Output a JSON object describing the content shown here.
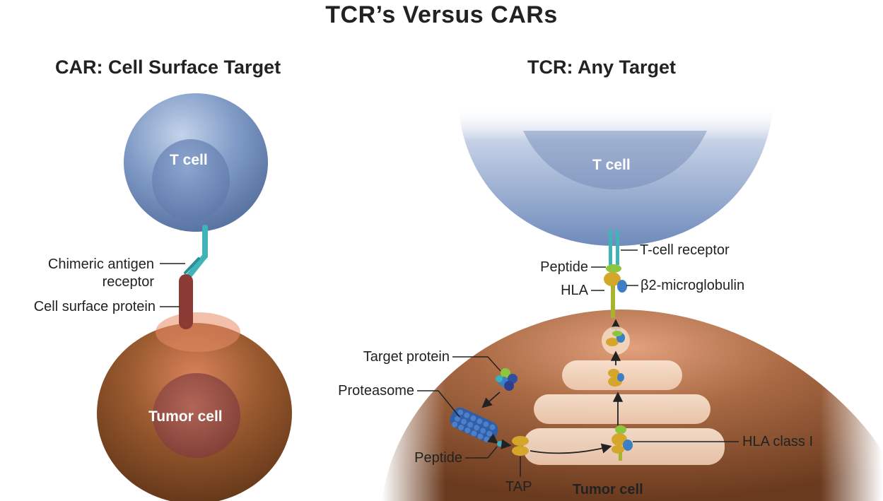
{
  "title": "TCR’s Versus CARs",
  "car_panel": {
    "heading": "CAR: Cell Surface Target",
    "t_cell": "T cell",
    "tumor_cell": "Tumor cell",
    "car_label_line1": "Chimeric antigen",
    "car_label_line2": "receptor",
    "surface_protein": "Cell surface protein"
  },
  "tcr_panel": {
    "heading": "TCR:  Any Target",
    "t_cell": "T cell",
    "tumor_cell": "Tumor cell",
    "t_cell_receptor": "T-cell receptor",
    "peptide_top": "Peptide",
    "hla": "HLA",
    "b2m": "β2-microglobulin",
    "target_protein": "Target protein",
    "proteasome": "Proteasome",
    "peptide_bottom": "Peptide",
    "tap": "TAP",
    "hla_class_i": "HLA class I"
  },
  "colors": {
    "t_cell": "#7f9bc6",
    "tumor_cell": "#9a5a2f",
    "car_receptor": "#3fb3b8",
    "surface_protein": "#8c3b34",
    "hla": "#d4a62a",
    "b2m": "#3b7fc4",
    "peptide": "#8cc63f",
    "proteasome": "#2f5fa8"
  }
}
